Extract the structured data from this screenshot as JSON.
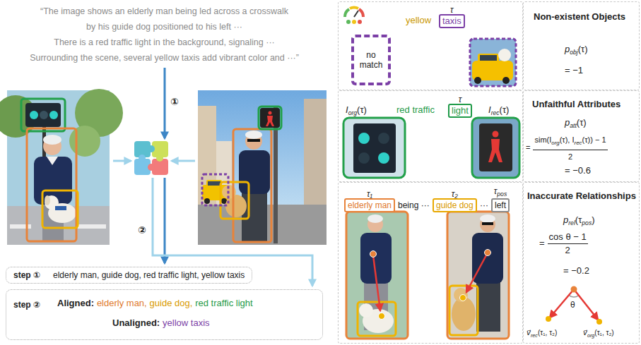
{
  "diagram": {
    "nodes": [
      {
        "text": [
          "step ①",
          "elderly man, guide dog, red traffic light, yellow taxis"
        ]
      },
      {
        "text": [
          "step ②",
          "Aligned:",
          "elderly man,",
          "guide dog,",
          "red traffic light",
          "Unaligned:",
          "yellow taxis"
        ]
      },
      {
        "text": [
          "yellow"
        ]
      },
      {
        "text": [
          "τ",
          "taxis"
        ],
        "in": 2
      },
      {
        "text": [
          "no match"
        ],
        "in": 2
      },
      {
        "text": [
          "Non-existent Objects",
          "p",
          "obj",
          "(τ)",
          "= −1"
        ]
      },
      {
        "text": [
          "I",
          "org",
          "(τ)",
          "red traffic",
          "I",
          "rec",
          "(τ)"
        ]
      },
      {
        "text": [
          "τ",
          "light"
        ],
        "in": 6
      },
      {
        "text": [
          "Unfaithful Attributes",
          "p",
          "att",
          "(τ)",
          "=",
          "sim(I",
          "org",
          "(τ), I",
          "rec",
          "(τ)) − 1",
          "2",
          "= −0.6"
        ]
      },
      {
        "text": [
          "being ···",
          "···"
        ]
      },
      {
        "text": [
          "τ₁",
          "elderly man"
        ],
        "in": 9
      },
      {
        "text": [
          "τ₂",
          "guide dog"
        ],
        "in": 9
      },
      {
        "text": [
          "τ",
          "pos",
          "left"
        ],
        "in": 9
      },
      {
        "text": [
          "Inaccurate Relationships",
          "p",
          "rel",
          "(τ",
          "pos",
          ")",
          "=",
          "cos θ − 1",
          "2",
          "= −0.2",
          "v⃗",
          "rec",
          "(τ₁, τ₂)",
          "θ",
          "v⃗",
          "org",
          "(τ₁, τ₂)"
        ]
      }
    ],
    "labels": [
      "“The image shows an elderly man being led across a crosswalk",
      "by his guide dog positioned to his left ···",
      "There is a red traffic light in the background, signaling ···",
      "Surrounding the scene, several yellow taxis add vibrant color and ···”",
      "①",
      "②"
    ]
  }
}
